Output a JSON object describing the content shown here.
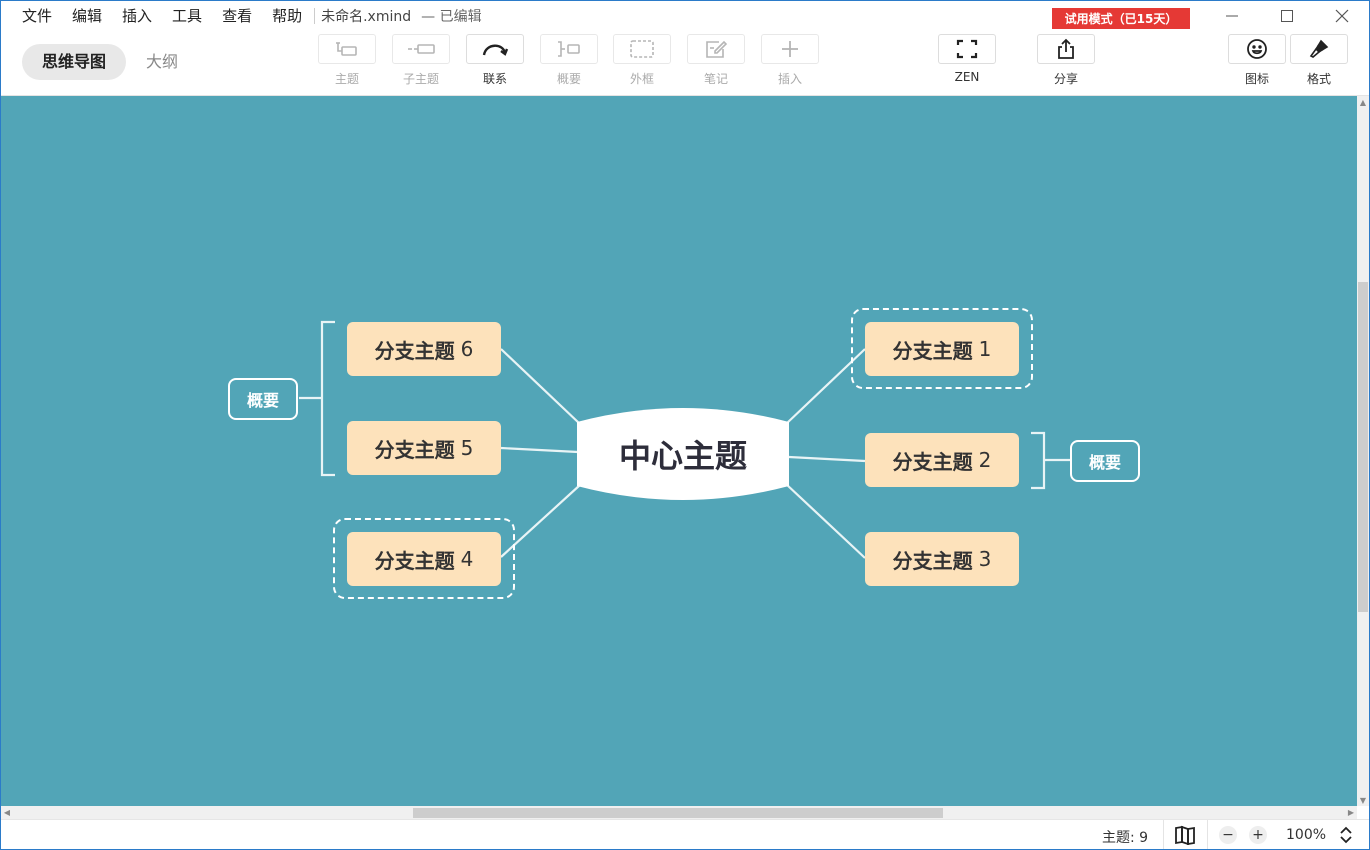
{
  "menu": [
    "文件",
    "编辑",
    "插入",
    "工具",
    "查看",
    "帮助"
  ],
  "document": {
    "title": "未命名.xmind",
    "status": "— 已编辑"
  },
  "trial_badge": "试用模式（已15天）",
  "view_tabs": {
    "mindmap": "思维导图",
    "outline": "大纲"
  },
  "tools": {
    "topic": "主题",
    "subtopic": "子主题",
    "relationship": "联系",
    "summary": "概要",
    "boundary": "外框",
    "note": "笔记",
    "insert": "插入",
    "zen": "ZEN",
    "share": "分享",
    "icon": "图标",
    "format": "格式"
  },
  "mindmap": {
    "central": "中心主题",
    "branch_label": "分支主题",
    "branches": {
      "b1": "1",
      "b2": "2",
      "b3": "3",
      "b4": "4",
      "b5": "5",
      "b6": "6"
    },
    "summary_left": "概要",
    "summary_right": "概要",
    "canvas_color": "#52a5b7",
    "topic_color": "#fde2bb"
  },
  "status": {
    "topic_count": "主题: 9",
    "zoom": "100%"
  }
}
